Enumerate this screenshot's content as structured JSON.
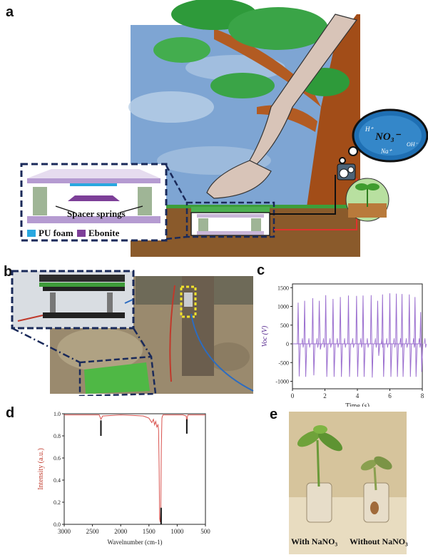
{
  "panels": {
    "a": {
      "label": "a",
      "legend_springs": "Spacer springs",
      "legend_foam": "PU foam",
      "legend_ebonite": "Ebonite",
      "bubble_ions": [
        "H⁺",
        "NO₃⁻",
        "OH⁻",
        "Na⁺"
      ],
      "colors": {
        "foam": "#29a8e0",
        "ebonite": "#7d3f98",
        "sky": "#6f9ac9",
        "soil": "#8a5a2b",
        "wire": "#e0322d"
      }
    },
    "b": {
      "label": "b"
    },
    "c": {
      "label": "c"
    },
    "d": {
      "label": "d"
    },
    "e": {
      "label": "e",
      "caption_left": "With NaNO₃",
      "caption_right": "Without NaNO₃"
    }
  },
  "chart_data": [
    {
      "panel": "c",
      "type": "line",
      "xlabel": "Time (s)",
      "ylabel": "Voc (V)",
      "xlim": [
        0,
        8
      ],
      "ylim": [
        -1200,
        1600
      ],
      "xticks": [
        0,
        2,
        4,
        6,
        8
      ],
      "yticks": [
        -1000,
        -500,
        0,
        500,
        1000,
        1500
      ],
      "series_color": "#9b6fcf",
      "peaks": [
        {
          "t": 0.35,
          "pos": 1100,
          "neg": -870
        },
        {
          "t": 0.75,
          "pos": 1150,
          "neg": -880
        },
        {
          "t": 1.25,
          "pos": 1220,
          "neg": -840
        },
        {
          "t": 1.65,
          "pos": 1150,
          "neg": -150
        },
        {
          "t": 2.05,
          "pos": 1300,
          "neg": -880
        },
        {
          "t": 2.5,
          "pos": 1200,
          "neg": -880
        },
        {
          "t": 2.95,
          "pos": 1250,
          "neg": -880
        },
        {
          "t": 3.45,
          "pos": 1290,
          "neg": -880
        },
        {
          "t": 3.95,
          "pos": 1280,
          "neg": -880
        },
        {
          "t": 4.35,
          "pos": 1290,
          "neg": -880
        },
        {
          "t": 4.85,
          "pos": 1300,
          "neg": -900
        },
        {
          "t": 5.25,
          "pos": 1150,
          "neg": -320
        },
        {
          "t": 5.55,
          "pos": 1320,
          "neg": -880
        },
        {
          "t": 6.0,
          "pos": 1350,
          "neg": -880
        },
        {
          "t": 6.4,
          "pos": 1340,
          "neg": -880
        },
        {
          "t": 6.75,
          "pos": 1330,
          "neg": -880
        },
        {
          "t": 7.2,
          "pos": 1320,
          "neg": -880
        },
        {
          "t": 7.55,
          "pos": 1250,
          "neg": -880
        },
        {
          "t": 7.9,
          "pos": 850,
          "neg": -750
        }
      ]
    },
    {
      "panel": "d",
      "type": "line",
      "xlabel": "Wavelnumber (cm-1)",
      "ylabel": "Intensity (a.u.)",
      "xlim": [
        3000,
        500
      ],
      "ylim": [
        0.0,
        1.0
      ],
      "xticks": [
        3000,
        2500,
        2000,
        1500,
        1000,
        500
      ],
      "yticks": [
        0.0,
        0.2,
        0.4,
        0.6,
        0.8,
        1.0
      ],
      "series_color": "#d9534f",
      "x": [
        3000,
        2500,
        2380,
        2350,
        2320,
        2000,
        1800,
        1600,
        1500,
        1450,
        1420,
        1400,
        1380,
        1360,
        1340,
        1330,
        1320,
        1310,
        1300,
        1290,
        1280,
        1270,
        1260,
        1250,
        1200,
        1100,
        1000,
        900,
        840,
        830,
        820,
        810,
        780,
        700,
        600,
        500
      ],
      "y": [
        0.99,
        0.99,
        0.99,
        0.95,
        0.98,
        0.99,
        0.985,
        0.98,
        0.96,
        0.92,
        0.95,
        0.9,
        0.93,
        0.88,
        0.9,
        0.85,
        0.5,
        0.05,
        0.02,
        0.12,
        0.7,
        0.96,
        0.98,
        0.99,
        0.99,
        0.99,
        0.99,
        0.99,
        0.98,
        0.9,
        0.97,
        0.99,
        0.99,
        0.99,
        0.99,
        0.99
      ],
      "markers": [
        2350,
        1285,
        830
      ]
    }
  ]
}
